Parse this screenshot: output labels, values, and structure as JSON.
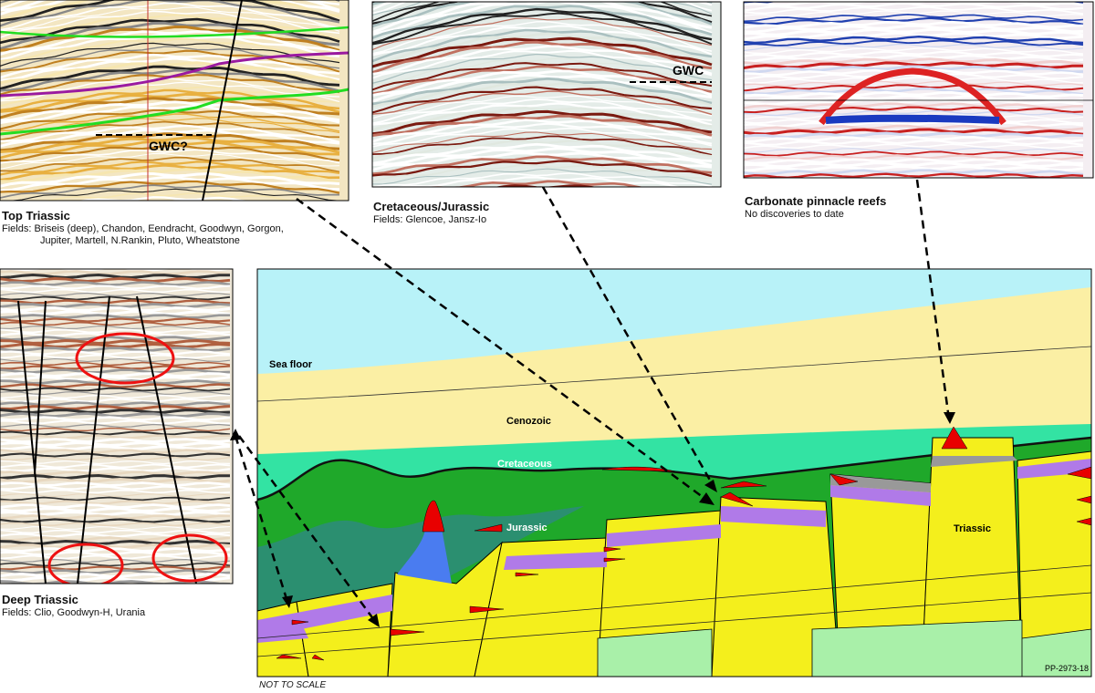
{
  "panels": {
    "top_triassic": {
      "title": "Top Triassic",
      "fields_line1": "Fields: Briseis (deep), Chandon, Eendracht, Goodwyn, Gorgon,",
      "fields_line2": "Jupiter, Martell, N.Rankin, Pluto, Wheatstone",
      "annotation": "GWC?"
    },
    "cretaceous_jurassic": {
      "title": "Cretaceous/Jurassic",
      "fields": "Fields: Glencoe, Jansz-Io",
      "annotation": "GWC"
    },
    "carbonate": {
      "title": "Carbonate pinnacle reefs",
      "fields": "No discoveries to date"
    },
    "deep_triassic": {
      "title": "Deep Triassic",
      "fields": "Fields: Clio, Goodwyn-H, Urania"
    }
  },
  "section": {
    "labels": {
      "sea_floor": "Sea floor",
      "cenozoic": "Cenozoic",
      "cretaceous": "Cretaceous",
      "jurassic": "Jurassic",
      "triassic": "Triassic"
    },
    "scale_note": "NOT TO SCALE",
    "figure_id": "PP-2973-18"
  },
  "colors": {
    "sea": "#b8f2f8",
    "cenozoic": "#fbefa4",
    "cretaceous": "#33e3a3",
    "jurassic": "#1fa82a",
    "deep_jurassic": "#2b8f70",
    "triassic": "#f4ef1c",
    "basement": "#a9f0a9",
    "reservoir": "#e80000"
  }
}
